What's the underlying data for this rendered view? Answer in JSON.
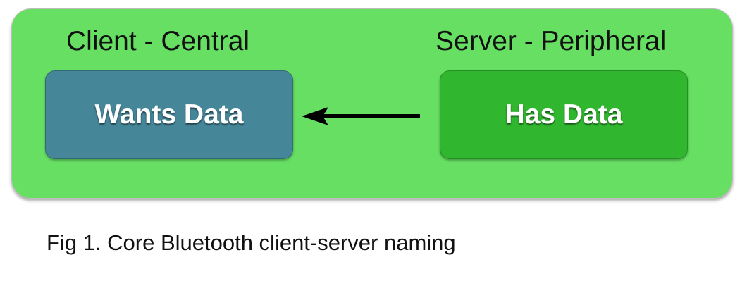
{
  "diagram": {
    "client": {
      "role_label": "Client - Central",
      "box_label": "Wants Data",
      "box_color": "#458799"
    },
    "server": {
      "role_label": "Server - Peripheral",
      "box_label": "Has Data",
      "box_color": "#30b72f"
    },
    "arrow": {
      "from": "server",
      "to": "client"
    },
    "panel_color": "#66df63"
  },
  "caption": "Fig 1. Core Bluetooth client-server naming"
}
